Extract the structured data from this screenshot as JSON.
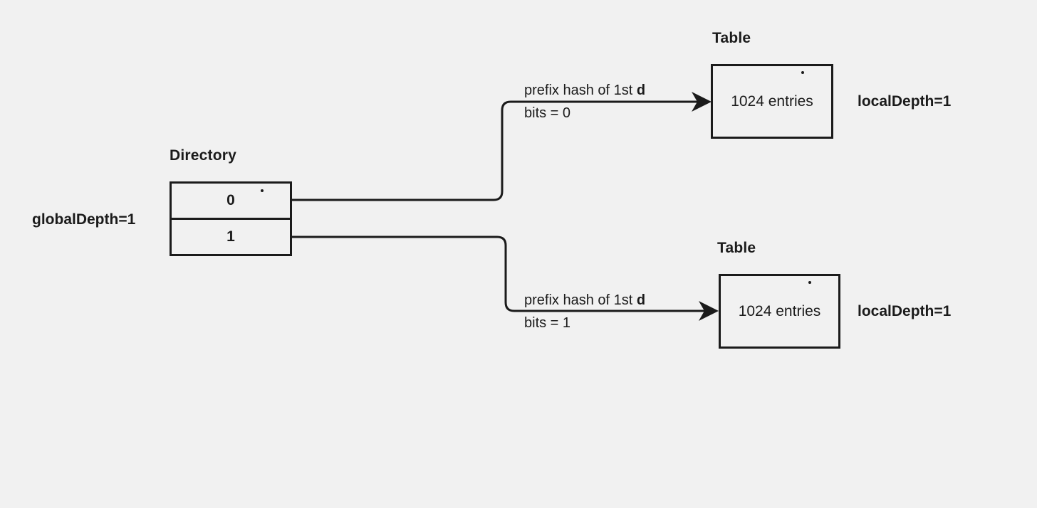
{
  "canvas": {
    "bg_color": "#f1f1f1",
    "line_color": "#1b1b1b"
  },
  "directory": {
    "title": "Directory",
    "cells": [
      "0",
      "1"
    ],
    "global_depth_label": "globalDepth=1"
  },
  "tables": [
    {
      "title": "Table",
      "entries": "1024 entries",
      "local_depth_label": "localDepth=1"
    },
    {
      "title": "Table",
      "entries": "1024 entries",
      "local_depth_label": "localDepth=1"
    }
  ],
  "edges": [
    {
      "label_prefix": "prefix hash of 1st ",
      "label_bold": "d",
      "label_line2": "bits = 0"
    },
    {
      "label_prefix": "prefix hash of 1st ",
      "label_bold": "d",
      "label_line2": "bits = 1"
    }
  ]
}
